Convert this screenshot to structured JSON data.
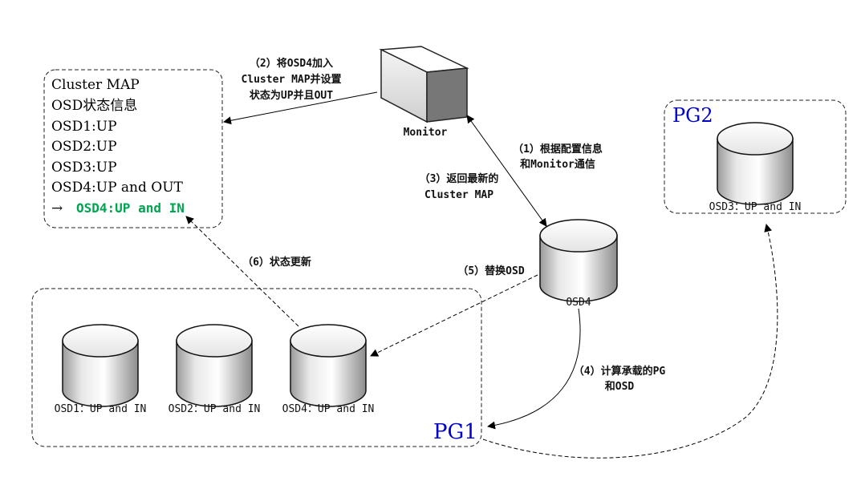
{
  "map_box": {
    "lines": [
      "Cluster MAP",
      "OSD状态信息",
      "OSD1:UP",
      "OSD2:UP",
      "OSD3:UP",
      "OSD4:UP and OUT"
    ],
    "arrow_glyph": "→",
    "new_state": "OSD4:UP and IN"
  },
  "monitor": {
    "label": "Monitor"
  },
  "osd4_standalone": {
    "label": "OSD4"
  },
  "pg1": {
    "name": "PG1",
    "disks": [
      {
        "label": "OSD1：UP and IN",
        "color": "#111111"
      },
      {
        "label": "OSD2：UP and IN",
        "color": "#111111"
      },
      {
        "label": "OSD4：UP and IN",
        "color": "#1a1aff"
      }
    ]
  },
  "pg2": {
    "name": "PG2",
    "disks": [
      {
        "label": "OSD3：UP and IN",
        "color": "#1a1aff"
      }
    ]
  },
  "steps": {
    "s1": [
      "（1）根据配置信息",
      "和Monitor通信"
    ],
    "s2": [
      "（2）将OSD4加入",
      "Cluster MAP并设置",
      "状态为UP并且OUT"
    ],
    "s3": [
      "（3）返回最新的",
      "Cluster MAP"
    ],
    "s4": [
      "（4）计算承载的PG",
      "和OSD"
    ],
    "s5": [
      "（5）替换OSD"
    ],
    "s6": [
      "（6）状态更新"
    ]
  },
  "colors": {
    "highlight_green": "#00a550",
    "pg_blue": "#0000cc",
    "osd_blue": "#1a1aff"
  }
}
